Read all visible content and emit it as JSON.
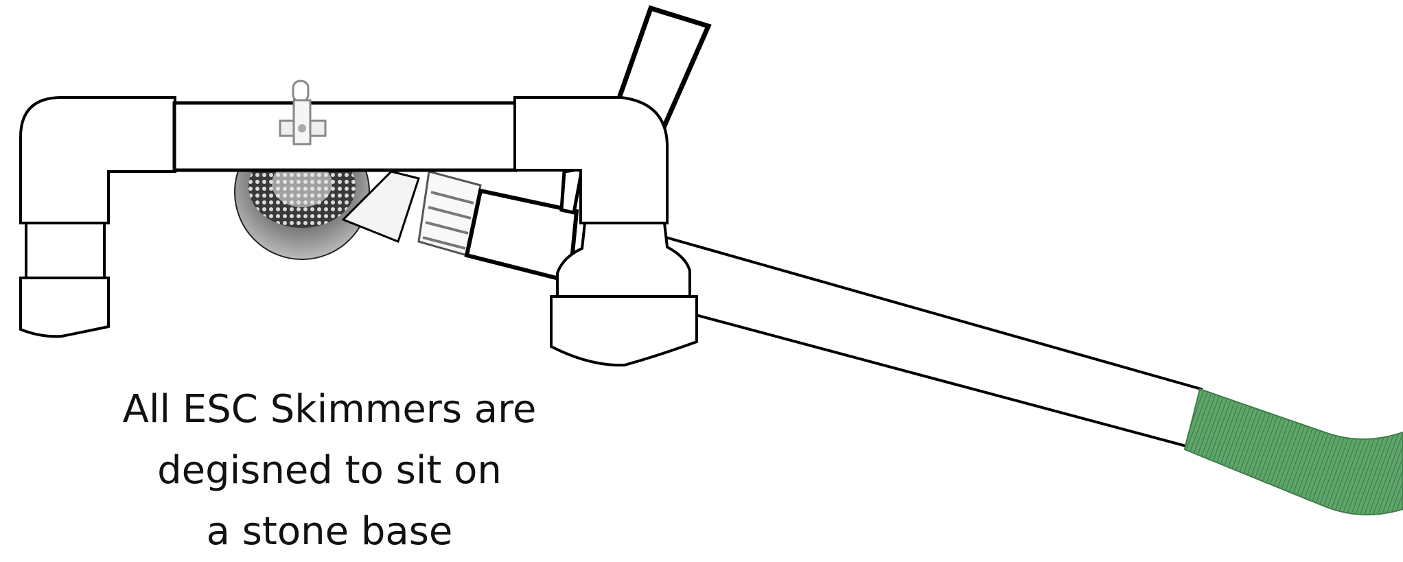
{
  "caption": {
    "line1": "All ESC Skimmers are",
    "line2": "degisned to sit on",
    "line3": "a stone base"
  },
  "colors": {
    "outline": "#000000",
    "pipe_fill": "#ffffff",
    "hose_green": "#5fa56a",
    "hose_dark": "#3d7d49",
    "fitting_grey": "#8a8a8a",
    "text": "#111111"
  },
  "icons": {
    "valve": "valve-icon",
    "strainer": "strainer-basket-icon",
    "union": "union-fitting-icon",
    "hose": "flex-hose-icon"
  }
}
